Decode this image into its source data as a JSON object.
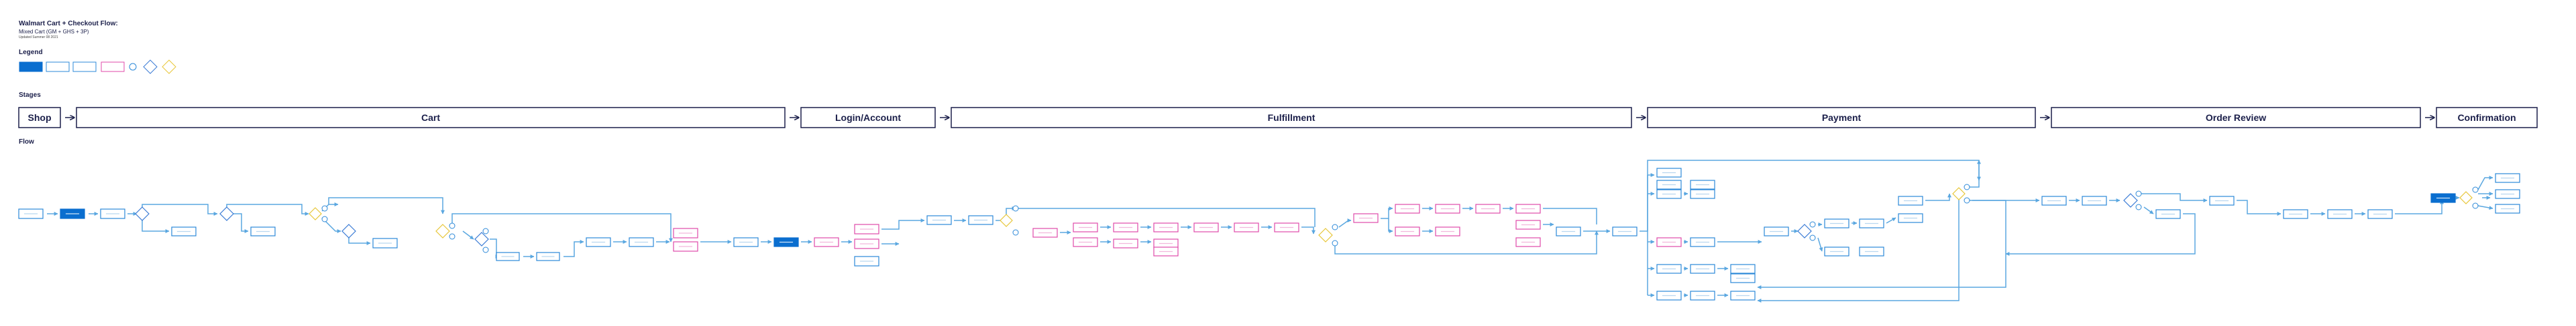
{
  "header": {
    "title": "Walmart Cart + Checkout Flow:",
    "subtitle": "Mixed Cart (GM + GHS + 3P)",
    "meta": "Updated Summer 08 2021"
  },
  "legend": {
    "label": "Legend",
    "items": [
      "",
      "",
      "",
      "",
      "",
      "",
      ""
    ]
  },
  "stages": {
    "label": "Stages",
    "items": [
      "Shop",
      "Cart",
      "Login/Account",
      "Fulfillment",
      "Payment",
      "Order Review",
      "Confirmation"
    ]
  },
  "flow": {
    "label": "Flow"
  },
  "colors": {
    "ink": "#1b1f4a",
    "blue_stroke": "#2b88d8",
    "primary_fill": "#0a6ecf",
    "pink": "#e04aa9",
    "decision": "#3a7bd5",
    "yellow": "#e8c73a",
    "line": "#5aa7e0"
  }
}
